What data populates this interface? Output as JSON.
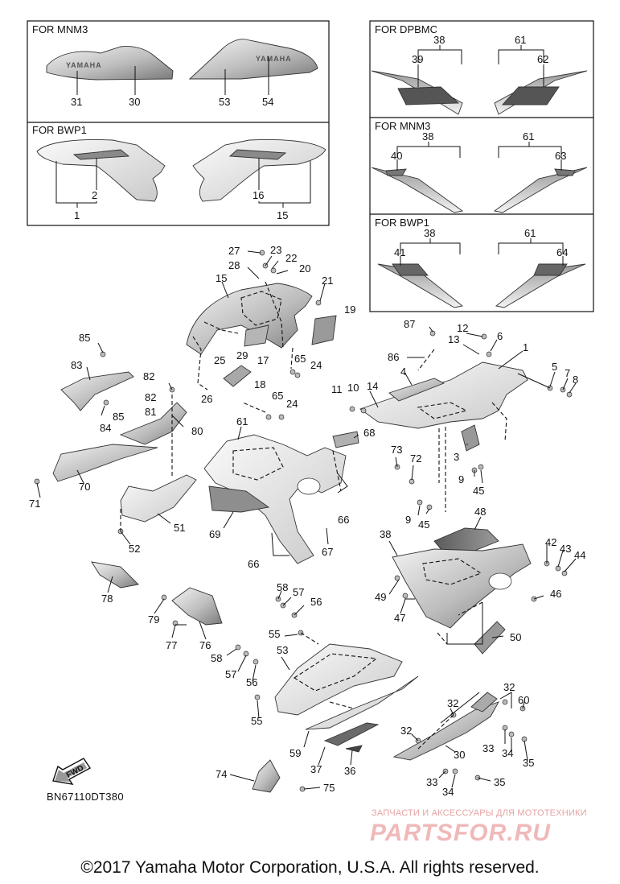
{
  "insets": {
    "mnm3_side": "FOR  MNM3",
    "bwp1_side": "FOR  BWP1",
    "dpbmc_decal": "FOR  DPBMC",
    "mnm3_decal": "FOR  MNM3",
    "bwp1_decal": "FOR  BWP1"
  },
  "brand_mark": "YAMAHA",
  "fwd_label": "FWD",
  "diagram_code": "BN67110DT380",
  "watermark": {
    "tagline": "ЗАПЧАСТИ И АКСЕССУАРЫ ДЛЯ МОТОТЕХНИКИ",
    "site": "PARTSFOR.RU"
  },
  "copyright": "©2017 Yamaha Motor Corporation, U.S.A. All rights reserved.",
  "callouts": {
    "c31": "31",
    "c30a": "30",
    "c53a": "53",
    "c54": "54",
    "c2": "2",
    "c1a": "1",
    "c16": "16",
    "c15a": "15",
    "c38a": "38",
    "c39": "39",
    "c61a": "61",
    "c62": "62",
    "c38b": "38",
    "c40": "40",
    "c61b": "61",
    "c63": "63",
    "c38c": "38",
    "c41": "41",
    "c61c": "61",
    "c64": "64",
    "c27": "27",
    "c23": "23",
    "c22": "22",
    "c20": "20",
    "c28": "28",
    "c15b": "15",
    "c21": "21",
    "c19": "19",
    "c25": "25",
    "c29": "29",
    "c17": "17",
    "c65a": "65",
    "c24a": "24",
    "c18": "18",
    "c26": "26",
    "c65b": "65",
    "c24b": "24",
    "c85a": "85",
    "c83": "83",
    "c84": "84",
    "c85b": "85",
    "c82a": "82",
    "c82b": "82",
    "c81": "81",
    "c80": "80",
    "c70": "70",
    "c71": "71",
    "c51": "51",
    "c52": "52",
    "c87": "87",
    "c12": "12",
    "c13": "13",
    "c6": "6",
    "c1b": "1",
    "c86": "86",
    "c4": "4",
    "c11": "11",
    "c10": "10",
    "c14": "14",
    "c5": "5",
    "c7": "7",
    "c8": "8",
    "c61d": "61",
    "c68": "68",
    "c3": "3",
    "c73": "73",
    "c72": "72",
    "c9a": "9",
    "c45a": "45",
    "c9b": "9",
    "c45b": "45",
    "c66a": "66",
    "c69": "69",
    "c48": "48",
    "c66b": "66",
    "c67": "67",
    "c38d": "38",
    "c42": "42",
    "c43": "43",
    "c44": "44",
    "c49": "49",
    "c47": "47",
    "c46": "46",
    "c50": "50",
    "c78": "78",
    "c79": "79",
    "c77": "77",
    "c76": "76",
    "c58a": "58",
    "c57a": "57",
    "c56a": "56",
    "c55a": "55",
    "c53b": "53",
    "c58b": "58",
    "c57b": "57",
    "c56b": "56",
    "c55b": "55",
    "c32a": "32",
    "c32b": "32",
    "c60": "60",
    "c32c": "32",
    "c33a": "33",
    "c34a": "34",
    "c35a": "35",
    "c59": "59",
    "c30b": "30",
    "c37": "37",
    "c36": "36",
    "c33b": "33",
    "c34b": "34",
    "c35b": "35",
    "c74": "74",
    "c75": "75"
  }
}
